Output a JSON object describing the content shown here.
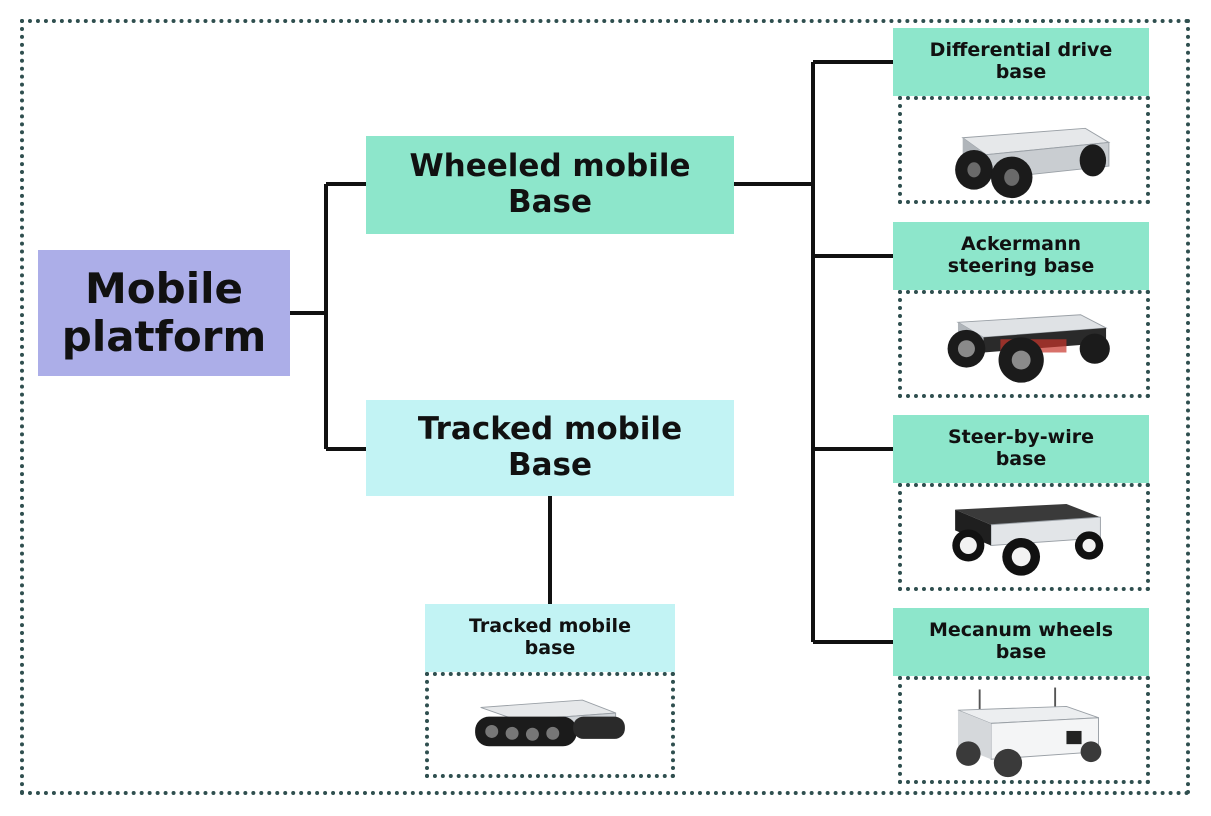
{
  "root": {
    "lines": [
      "Mobile",
      "platform"
    ]
  },
  "categories": {
    "wheeled": {
      "lines": [
        "Wheeled mobile",
        "Base"
      ]
    },
    "tracked": {
      "lines": [
        "Tracked mobile",
        "Base"
      ]
    }
  },
  "leaves": {
    "differential": {
      "lines": [
        "Differential drive",
        "base"
      ],
      "icon": "differential-drive-robot-image"
    },
    "ackermann": {
      "lines": [
        "Ackermann",
        "steering base"
      ],
      "icon": "ackermann-robot-image"
    },
    "steer_by_wire": {
      "lines": [
        "Steer-by-wire",
        "base"
      ],
      "icon": "steer-by-wire-robot-image"
    },
    "mecanum": {
      "lines": [
        "Mecanum wheels",
        "base"
      ],
      "icon": "mecanum-robot-image"
    },
    "tracked_leaf": {
      "lines": [
        "Tracked mobile",
        "base"
      ],
      "icon": "tracked-robot-image"
    }
  },
  "colors": {
    "root_fill": "#acaee8",
    "wheeled_fill": "#8de6cb",
    "tracked_fill": "#c2f3f4",
    "border": "#2f4f4f",
    "connector": "#111111"
  }
}
